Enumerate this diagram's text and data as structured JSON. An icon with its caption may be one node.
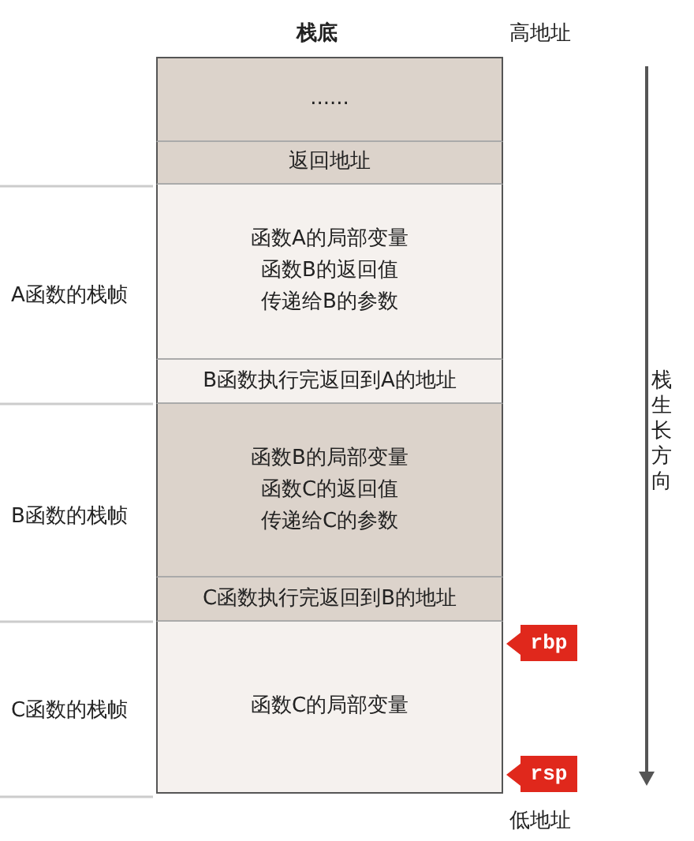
{
  "diagram": {
    "nodes": [
      {
        "text": [
          "......"
        ]
      },
      {
        "text": [
          "返回地址"
        ]
      },
      {
        "text": [
          "函数A的局部变量",
          "函数B的返回值",
          "传递给B的参数"
        ]
      },
      {
        "text": [
          "B函数执行完返回到A的地址"
        ]
      },
      {
        "text": [
          "函数B的局部变量",
          "函数C的返回值",
          "传递给C的参数"
        ]
      },
      {
        "text": [
          "C函数执行完返回到B的地址"
        ]
      },
      {
        "text": [
          "函数C的局部变量"
        ]
      },
      {
        "text": [
          "rbp"
        ]
      },
      {
        "text": [
          "rsp"
        ]
      }
    ],
    "edges": [],
    "labels": [
      "栈底",
      "高地址",
      "A函数的栈帧",
      "B函数的栈帧",
      "C函数的栈帧",
      "栈生长方向",
      "低地址"
    ]
  }
}
